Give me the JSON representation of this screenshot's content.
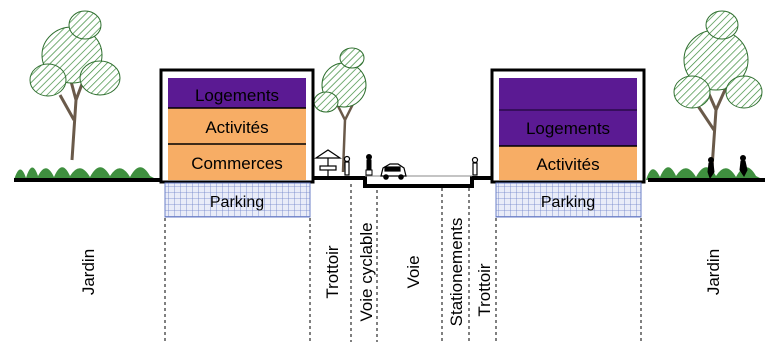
{
  "colors": {
    "logements": "#5b1a93",
    "activites": "#f7ad65",
    "commerces": "#f7ad65",
    "parking": "#e9ecf8",
    "parking_grid": "#6b7fc7",
    "tree_foliage": "#2f7a2f",
    "grass": "#3f8f3f"
  },
  "left_building": {
    "floors": [
      "Logements",
      "Activités",
      "Commerces"
    ],
    "basement": "Parking"
  },
  "right_building": {
    "floors": [
      "Logements",
      "Activités"
    ],
    "basement": "Parking"
  },
  "zones": {
    "jardin_left": "Jardin",
    "trottoir_left": "Trottoir",
    "voie_cyclable": "Voie cyclable",
    "voie": "Voie",
    "stationnements": "Stationements",
    "trottoir_right": "Trottoir",
    "jardin_right": "Jardin"
  }
}
